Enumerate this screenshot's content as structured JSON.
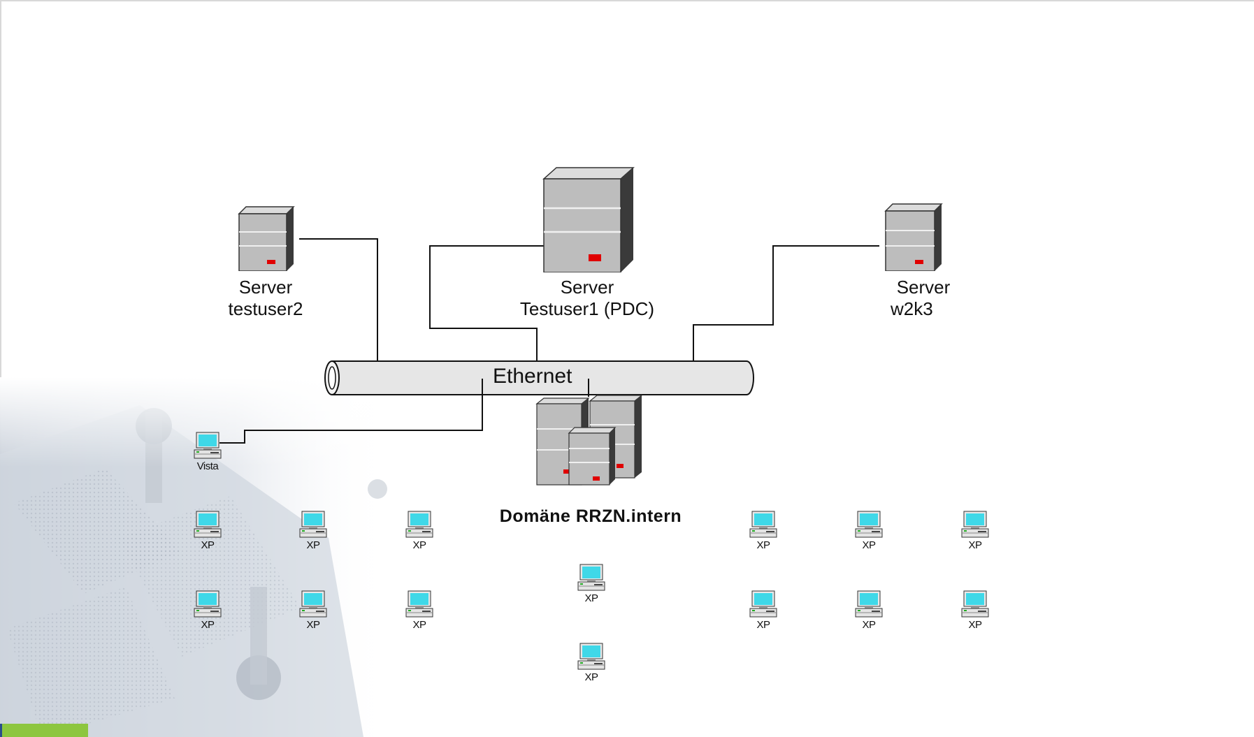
{
  "title": "Arbeitsumgebung Workshop",
  "servers": [
    {
      "name_line1": "Server",
      "name_line2": "testuser2"
    },
    {
      "name_line1": "Server",
      "name_line2": "Testuser1 (PDC)"
    },
    {
      "name_line1": "Server",
      "name_line2": "w2k3"
    }
  ],
  "network": {
    "label": "Ethernet"
  },
  "domain": {
    "label": "Domäne RRZN.intern"
  },
  "clients": {
    "vista": "Vista",
    "xp": "XP"
  },
  "colors": {
    "server_body": "#b8b8b8",
    "server_led": "#e00000",
    "monitor_screen": "#3fd8e8",
    "accent": "#8dc63f",
    "line": "#111111"
  },
  "icons": {
    "server": "server-tower-icon",
    "workstation": "desktop-pc-icon",
    "domain": "server-cluster-icon"
  }
}
